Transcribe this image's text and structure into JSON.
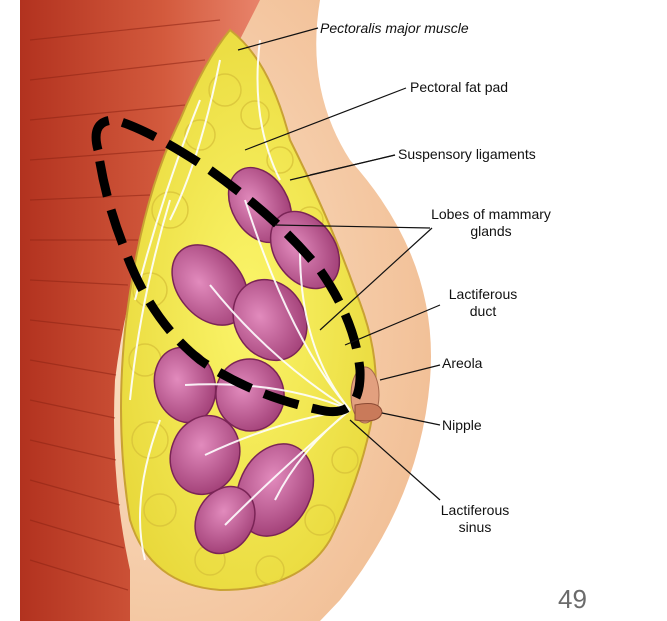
{
  "labels": {
    "pectoralis": "Pectoralis major muscle",
    "fat_pad": "Pectoral fat pad",
    "suspensory": "Suspensory ligaments",
    "lobes_line1": "Lobes of mammary",
    "lobes_line2": "glands",
    "duct_line1": "Lactiferous",
    "duct_line2": "duct",
    "areola": "Areola",
    "nipple": "Nipple",
    "sinus_line1": "Lactiferous",
    "sinus_line2": "sinus"
  },
  "page_number": "49",
  "colors": {
    "muscle": "#c8412f",
    "fat": "#f2ea4a",
    "skin": "#f6d3b0",
    "lobe": "#c25b90",
    "ligament": "#ffffff",
    "outline_dash": "#000000"
  }
}
